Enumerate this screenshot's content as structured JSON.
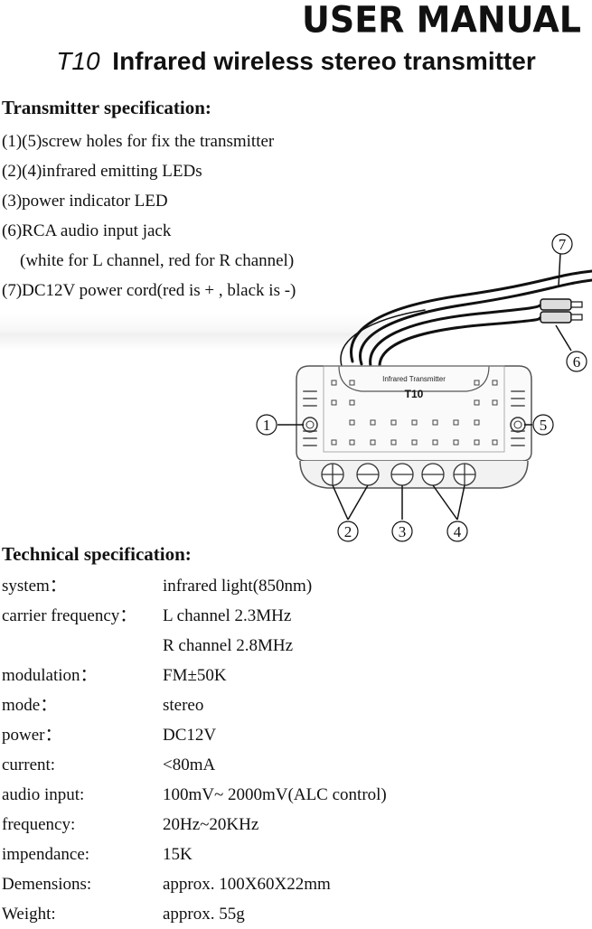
{
  "header": {
    "manual_title": "USER MANUAL",
    "model": "T10",
    "product_title": "Infrared wireless stereo transmitter"
  },
  "transmitter_spec": {
    "heading": "Transmitter specification:",
    "items": [
      "(1)(5)screw holes for fix the transmitter",
      "(2)(4)infrared emitting LEDs",
      "(3)power indicator LED",
      "(6)RCA audio input jack",
      "(white for L channel,  red for R channel)",
      "(7)DC12V power cord(red is + , black is -)"
    ]
  },
  "diagram": {
    "device_label": "Infrared Transmitter",
    "device_model": "T10",
    "callouts": [
      "1",
      "2",
      "3",
      "4",
      "5",
      "6",
      "7"
    ]
  },
  "technical_spec": {
    "heading": "Technical specification:",
    "rows": [
      {
        "label": "system：",
        "value": "infrared light(850nm)"
      },
      {
        "label": "carrier frequency：",
        "value": "L channel 2.3MHz"
      },
      {
        "label": "",
        "value": "R channel 2.8MHz"
      },
      {
        "label": "modulation：",
        "value": "FM±50K"
      },
      {
        "label": "mode：",
        "value": "stereo"
      },
      {
        "label": "power：",
        "value": "DC12V"
      },
      {
        "label": "current:",
        "value": "<80mA"
      },
      {
        "label": "audio input:",
        "value": "100mV~ 2000mV(ALC control)"
      },
      {
        "label": "frequency:",
        "value": "20Hz~20KHz"
      },
      {
        "label": "impendance:",
        "value": "15K"
      },
      {
        "label": "Demensions:",
        "value": "approx. 100X60X22mm"
      },
      {
        "label": "Weight:",
        "value": "approx. 55g"
      }
    ]
  }
}
